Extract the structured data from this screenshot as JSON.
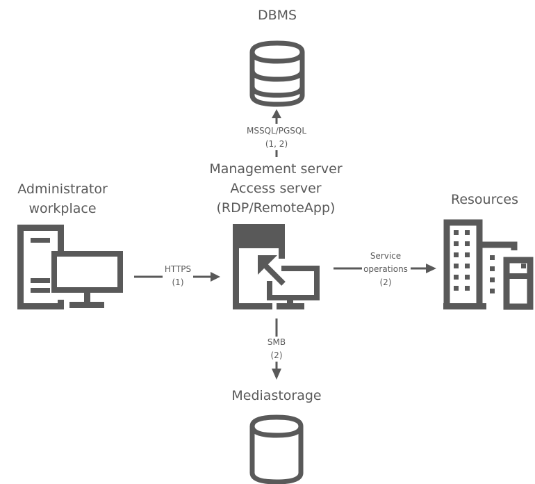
{
  "nodes": {
    "dbms": {
      "label": "DBMS",
      "icon": "database-icon"
    },
    "server": {
      "label_lines": [
        "Management server",
        "Access server",
        "(RDP/RemoteApp)"
      ],
      "icon": "remote-server-icon"
    },
    "admin": {
      "label_lines": [
        "Administrator",
        "workplace"
      ],
      "icon": "workstation-icon"
    },
    "resources": {
      "label": "Resources",
      "icon": "buildings-icon"
    },
    "mediastorage": {
      "label": "Mediastorage",
      "icon": "storage-cylinder-icon"
    }
  },
  "edges": {
    "admin_to_server": {
      "protocol": "HTTPS",
      "steps": "(1)"
    },
    "server_to_dbms": {
      "protocol": "MSSQL/PGSQL",
      "steps": "(1, 2)"
    },
    "server_to_resources": {
      "protocol_lines": [
        "Service",
        "operations"
      ],
      "steps": "(2)"
    },
    "server_to_mediastorage": {
      "protocol": "SMB",
      "steps": "(2)"
    }
  },
  "colors": {
    "ink": "#595959",
    "background": "#ffffff"
  }
}
